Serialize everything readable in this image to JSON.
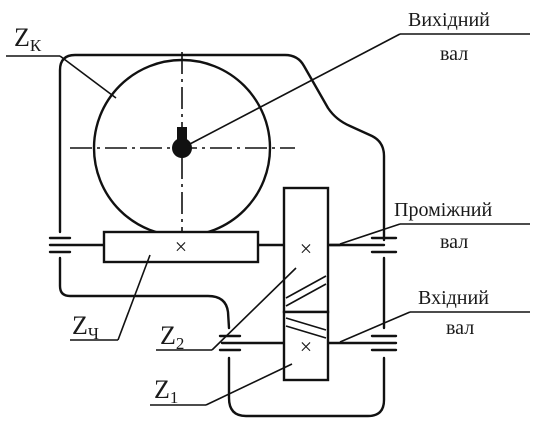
{
  "labels": {
    "zk_main": "Z",
    "zk_sub": "К",
    "output_line1": "Вихідний",
    "output_line2": "вал",
    "intermediate_line1": "Проміжний",
    "intermediate_line2": "вал",
    "input_line1": "Вхідний",
    "input_line2": "вал",
    "zch_main": "Z",
    "zch_sub": "Ч",
    "z2_main": "Z",
    "z2_sub": "2",
    "z1_main": "Z",
    "z1_sub": "1"
  },
  "marks": {
    "cross": "×"
  }
}
